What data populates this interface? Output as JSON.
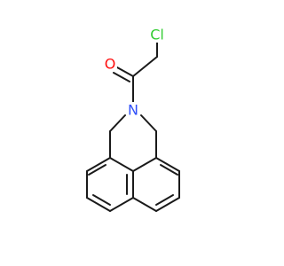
{
  "molecule": {
    "atoms": [
      {
        "id": "cl",
        "symbol": "Cl",
        "color": "#33cc33"
      },
      {
        "id": "o",
        "symbol": "O",
        "color": "#ff0d0d"
      },
      {
        "id": "n",
        "symbol": "N",
        "color": "#3050f8"
      }
    ],
    "bond_color": "#1a1a1a"
  }
}
